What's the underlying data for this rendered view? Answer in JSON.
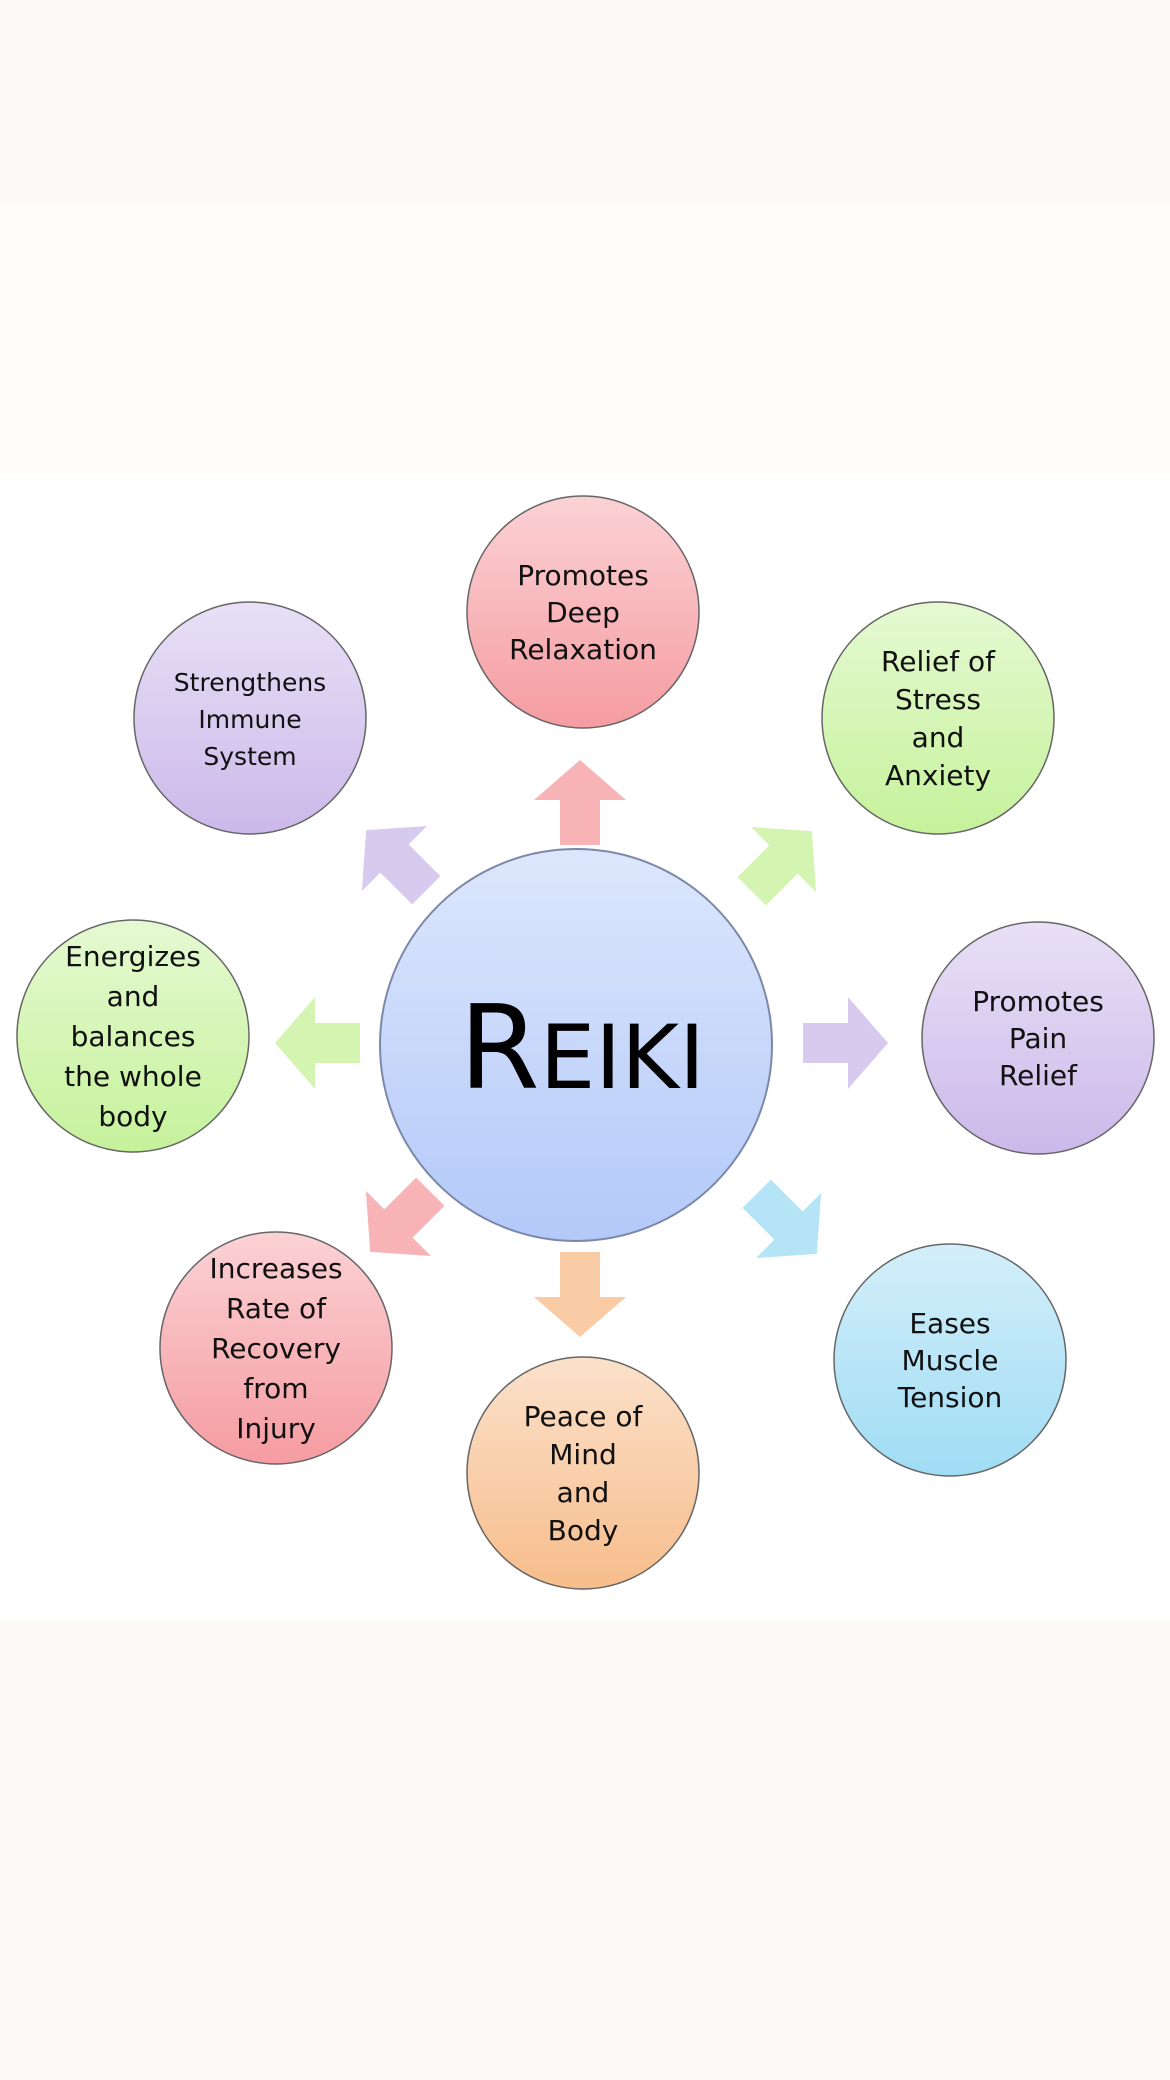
{
  "center": {
    "label_first": "R",
    "label_rest": "EIKI",
    "color": "#b3c9f9"
  },
  "nodes": [
    {
      "id": "promotes-deep-relaxation",
      "lines": [
        "Promotes",
        "Deep",
        "Relaxation"
      ],
      "color": "#f59ca1",
      "arrow": "up"
    },
    {
      "id": "relief-of-stress-and-anxiety",
      "lines": [
        "Relief of",
        "Stress",
        "and",
        "Anxiety"
      ],
      "color": "#c6f29b",
      "arrow": "up-right"
    },
    {
      "id": "promotes-pain-relief",
      "lines": [
        "Promotes",
        "Pain",
        "Relief"
      ],
      "color": "#cbb9ea",
      "arrow": "right"
    },
    {
      "id": "eases-muscle-tension",
      "lines": [
        "Eases",
        "Muscle",
        "Tension"
      ],
      "color": "#9fdcf4",
      "arrow": "down-right"
    },
    {
      "id": "peace-of-mind-and-body",
      "lines": [
        "Peace of",
        "Mind",
        "and",
        "Body"
      ],
      "color": "#f7bd8b",
      "arrow": "down"
    },
    {
      "id": "increases-rate-of-recovery",
      "lines": [
        "Increases",
        "Rate of",
        "Recovery",
        "from",
        "Injury"
      ],
      "color": "#f59ca1",
      "arrow": "down-left"
    },
    {
      "id": "energizes-and-balances",
      "lines": [
        "Energizes",
        "and",
        "balances",
        "the whole",
        "body"
      ],
      "color": "#c6f29b",
      "arrow": "left"
    },
    {
      "id": "strengthens-immune-system",
      "lines": [
        "Strengthens",
        "Immune",
        "System"
      ],
      "color": "#cbb9ea",
      "arrow": "up-left"
    }
  ]
}
